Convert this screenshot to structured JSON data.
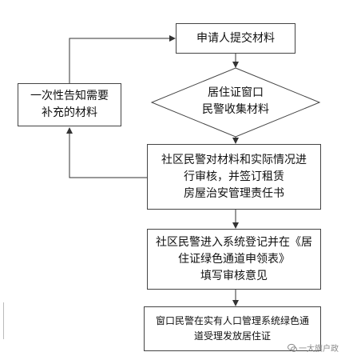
{
  "flow": {
    "start": {
      "text": "申请人提交材料"
    },
    "decision": {
      "lines": [
        "居住证窗口",
        "民警收集材料"
      ]
    },
    "retry": {
      "lines": [
        "一次性告知需要",
        "补充的材料"
      ]
    },
    "review": {
      "lines": [
        "社区民警对材料和实际情况进",
        "行审核，并签订租赁",
        "房屋治安管理责任书"
      ]
    },
    "register": {
      "lines": [
        "社区民警进入系统登记并在《居",
        "住证绿色通道申领表》",
        "填写审核意见"
      ]
    },
    "issue": {
      "lines": [
        "窗口民警在实有人口管理系统绿色通",
        "道受理发放居住证"
      ]
    }
  },
  "watermark": {
    "text": "一大旗户政"
  },
  "colors": {
    "stroke": "#444444",
    "arrow": "#333333",
    "background": "#ffffff",
    "watermark": "#8a8a8a"
  }
}
